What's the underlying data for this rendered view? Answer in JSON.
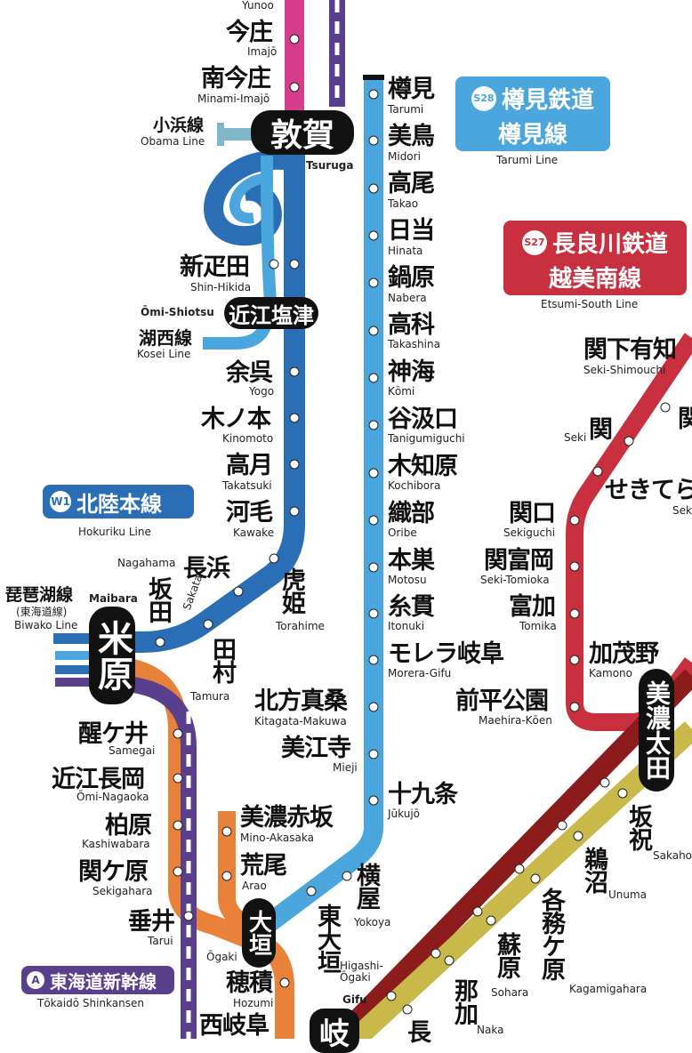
{
  "colors": {
    "hokuriku": "#2a6fb5",
    "tarumi": "#4aa6dc",
    "nagaragawa": "#c8303f",
    "tokaido_shinkansen": "#5a3f8c",
    "yoro": "#e8823a",
    "dark_red": "#8c1c1c",
    "olive": "#c9b84a",
    "magenta": "#d63c8c",
    "obama": "#7fb8c8"
  },
  "stations": {
    "yunoo": {
      "romaji": "Yunoo"
    },
    "imajo": {
      "kanji": "今庄",
      "romaji": "Imajō"
    },
    "minami_imajo": {
      "kanji": "南今庄",
      "romaji": "Minami-Imajō"
    },
    "tsuruga": {
      "kanji": "敦賀",
      "romaji": "Tsuruga"
    },
    "shin_hikida": {
      "kanji": "新疋田",
      "romaji": "Shin-Hikida"
    },
    "omi_shiotsu": {
      "kanji": "近江塩津",
      "romaji": "Ōmi-Shiotsu"
    },
    "yogo": {
      "kanji": "余呉",
      "romaji": "Yogo"
    },
    "kinomoto": {
      "kanji": "木ノ本",
      "romaji": "Kinomoto"
    },
    "takatsuki": {
      "kanji": "高月",
      "romaji": "Takatsuki"
    },
    "kawake": {
      "kanji": "河毛",
      "romaji": "Kawake"
    },
    "nagahama": {
      "kanji": "長浜",
      "romaji": "Nagahama"
    },
    "torahime": {
      "kanji": "虎姫",
      "romaji": "Torahime"
    },
    "sakata": {
      "kanji": "坂田",
      "romaji": "Sakata"
    },
    "tamura": {
      "kanji": "田村",
      "romaji": "Tamura"
    },
    "maibara": {
      "kanji": "米原",
      "romaji": "Maibara"
    },
    "samegai": {
      "kanji": "醒ケ井",
      "romaji": "Samegai"
    },
    "omi_nagaoka": {
      "kanji": "近江長岡",
      "romaji": "Ōmi-Nagaoka"
    },
    "kashiwabara": {
      "kanji": "柏原",
      "romaji": "Kashiwabara"
    },
    "sekigahara": {
      "kanji": "関ケ原",
      "romaji": "Sekigahara"
    },
    "tarui": {
      "kanji": "垂井",
      "romaji": "Tarui"
    },
    "ogaki": {
      "kanji": "大垣",
      "romaji": "Ōgaki"
    },
    "hozumi": {
      "kanji": "穂積",
      "romaji": "Hozumi"
    },
    "nishi_gifu": {
      "kanji": "西岐阜"
    },
    "gifu": {
      "kanji": "岐",
      "romaji": "Gifu"
    },
    "higashi_ogaki": {
      "kanji": "東大垣",
      "romaji": "Higashi-\nŌgaki"
    },
    "mino_akasaka": {
      "kanji": "美濃赤坂",
      "romaji": "Mino-Akasaka"
    },
    "arao": {
      "kanji": "荒尾",
      "romaji": "Arao"
    },
    "tarumi": {
      "kanji": "樽見",
      "romaji": "Tarumi"
    },
    "midori": {
      "kanji": "美鳥",
      "romaji": "Midori"
    },
    "takao": {
      "kanji": "高尾",
      "romaji": "Takao"
    },
    "hinata": {
      "kanji": "日当",
      "romaji": "Hinata"
    },
    "nabera": {
      "kanji": "鍋原",
      "romaji": "Nabera"
    },
    "takashina": {
      "kanji": "高科",
      "romaji": "Takashina"
    },
    "komi": {
      "kanji": "神海",
      "romaji": "Kōmi"
    },
    "tanigumiguchi": {
      "kanji": "谷汲口",
      "romaji": "Tanigumiguchi"
    },
    "kochibora": {
      "kanji": "木知原",
      "romaji": "Kochibora"
    },
    "oribe": {
      "kanji": "織部",
      "romaji": "Oribe"
    },
    "motosu": {
      "kanji": "本巣",
      "romaji": "Motosu"
    },
    "itonuki": {
      "kanji": "糸貫",
      "romaji": "Itonuki"
    },
    "morera_gifu": {
      "kanji": "モレラ岐阜",
      "romaji": "Morera-Gifu"
    },
    "kitagata_makuwa": {
      "kanji": "北方真桑",
      "romaji": "Kitagata-Makuwa"
    },
    "mieji": {
      "kanji": "美江寺",
      "romaji": "Mieji"
    },
    "jukujo": {
      "kanji": "十九条",
      "romaji": "Jūkujō"
    },
    "yokoya": {
      "kanji": "横屋",
      "romaji": "Yokoya"
    },
    "seki_shimouchi": {
      "kanji": "関下有知",
      "romaji": "Seki-Shimouchi"
    },
    "seki": {
      "kanji": "関",
      "romaji": "Seki"
    },
    "seki_partial": {
      "kanji": "関"
    },
    "seki_tetsu": {
      "kanji": "せきてら",
      "romaji": "Sek"
    },
    "sekiguchi": {
      "kanji": "関口",
      "romaji": "Sekiguchi"
    },
    "seki_tomioka": {
      "kanji": "関富岡",
      "romaji": "Seki-Tomioka"
    },
    "tomika": {
      "kanji": "富加",
      "romaji": "Tomika"
    },
    "kamono": {
      "kanji": "加茂野",
      "romaji": "Kamono"
    },
    "maehira_koen": {
      "kanji": "前平公園",
      "romaji": "Maehira-Kōen"
    },
    "mino_ota": {
      "kanji": "美濃太田"
    },
    "sakahogi": {
      "kanji": "坂祝",
      "romaji": "Sakaho"
    },
    "unuma": {
      "kanji": "鵜沼",
      "romaji": "Unuma"
    },
    "kagamigahara": {
      "kanji": "各務ケ原",
      "romaji": "Kagamigahara"
    },
    "sohara": {
      "kanji": "蘇原",
      "romaji": "Sohara"
    },
    "naka": {
      "kanji": "那加",
      "romaji": "Naka"
    },
    "naga_partial": {
      "kanji": "長"
    }
  },
  "lines": {
    "hokuriku": {
      "code": "W1",
      "name": "北陸本線",
      "romaji": "Hokuriku Line"
    },
    "tarumi": {
      "code": "S28",
      "name1": "樽見鉄道",
      "name2": "樽見線",
      "romaji": "Tarumi Line"
    },
    "nagaragawa": {
      "code": "S27",
      "name1": "長良川鉄道",
      "name2": "越美南線",
      "romaji": "Etsumi-South Line"
    },
    "shinkansen": {
      "code": "A",
      "name": "東海道新幹線",
      "romaji": "Tōkaidō Shinkansen"
    },
    "obama": {
      "name": "小浜線",
      "romaji": "Obama Line"
    },
    "kosei": {
      "name": "湖西線",
      "romaji": "Kosei Line"
    },
    "biwako": {
      "name": "琵琶湖線",
      "sub": "(東海道線)",
      "romaji": "Biwako Line"
    }
  }
}
